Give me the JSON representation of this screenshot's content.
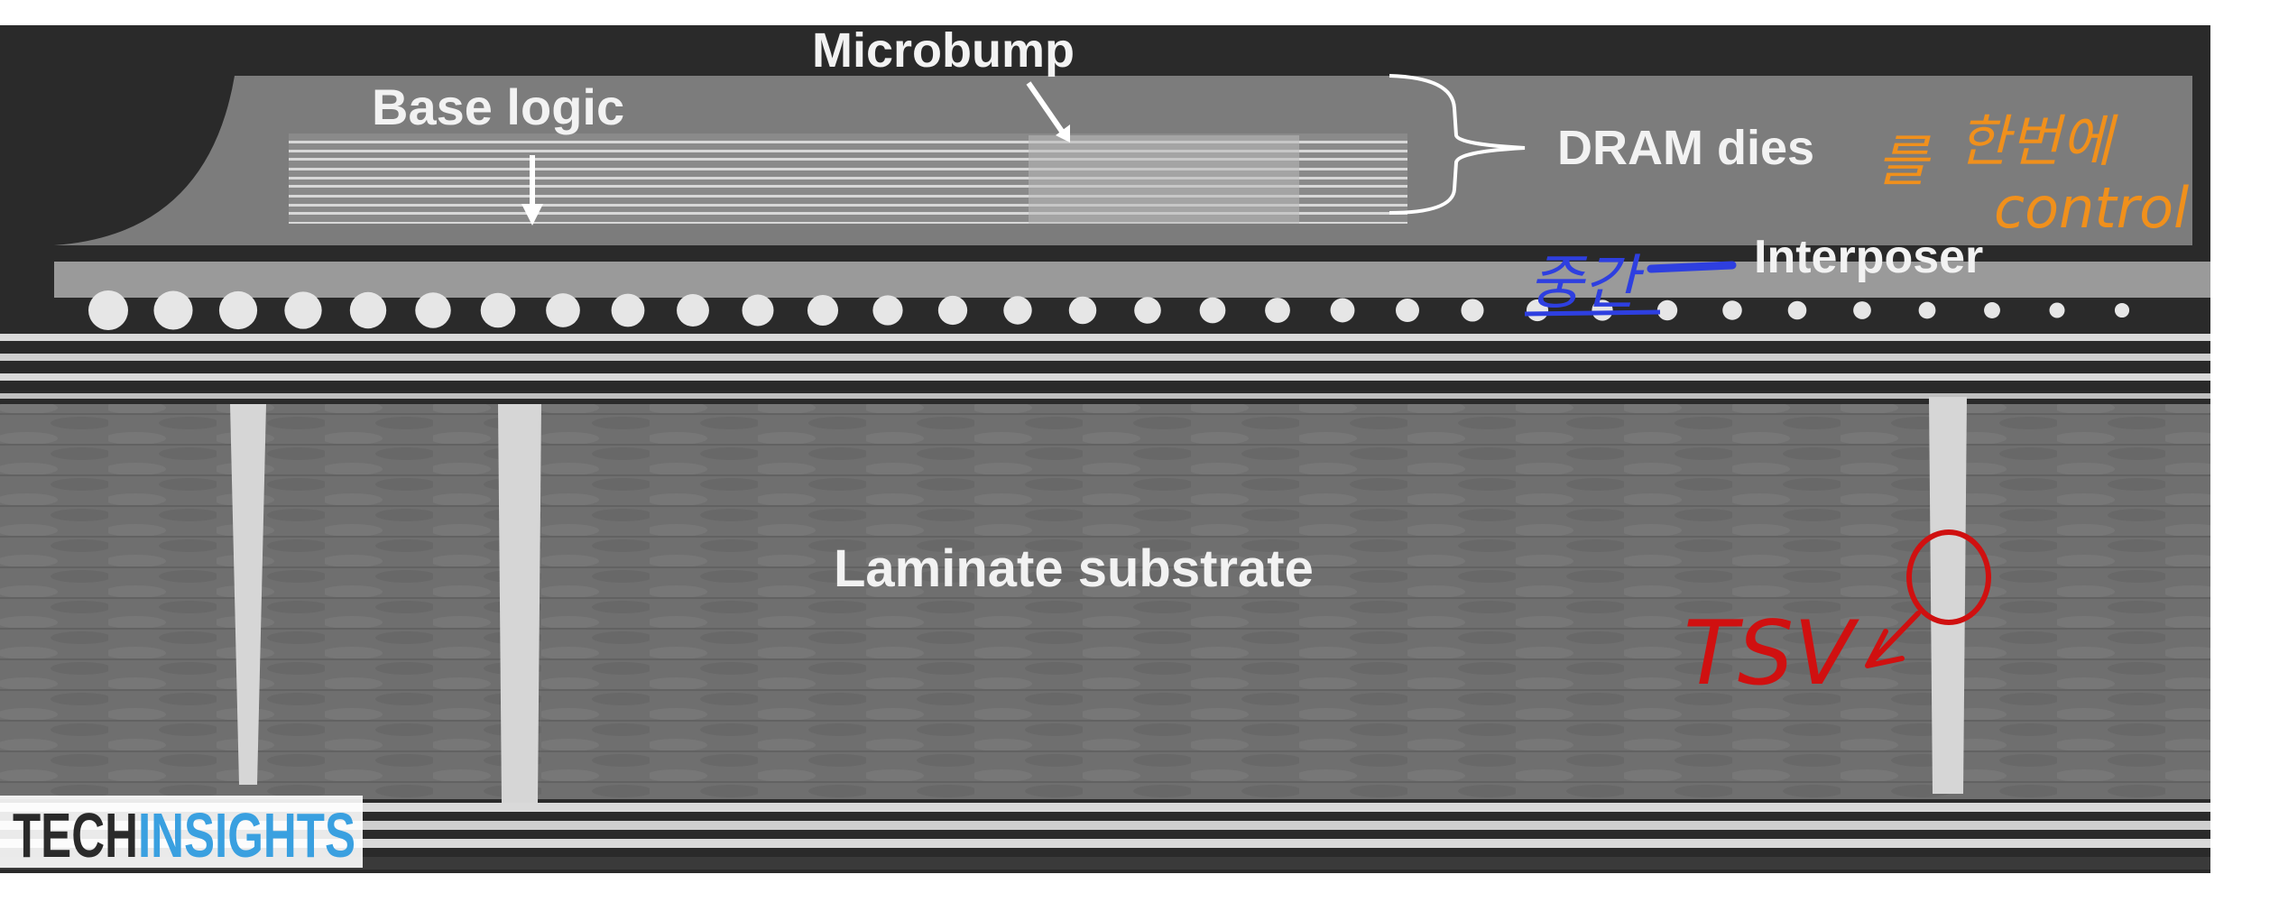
{
  "labels": {
    "microbump": "Microbump",
    "base_logic": "Base logic",
    "dram_dies": "DRAM dies",
    "interposer": "Interposer",
    "substrate": "Laminate substrate"
  },
  "annotations": {
    "korean_particle": "를",
    "korean_once": "한번에",
    "control": "control",
    "korean_middle": "중간",
    "tsv": "TSV"
  },
  "logo": {
    "tech": "TECH",
    "insights": "INSIGHTS"
  },
  "colors": {
    "background_dark": "#2a2a2a",
    "die_gray": "#7c7c7c",
    "substrate_gray": "#6f6f6f",
    "annotation_orange": "#f0901c",
    "annotation_blue": "#2e3fe0",
    "annotation_red": "#d01010",
    "logo_blue": "#3aa0e0"
  }
}
